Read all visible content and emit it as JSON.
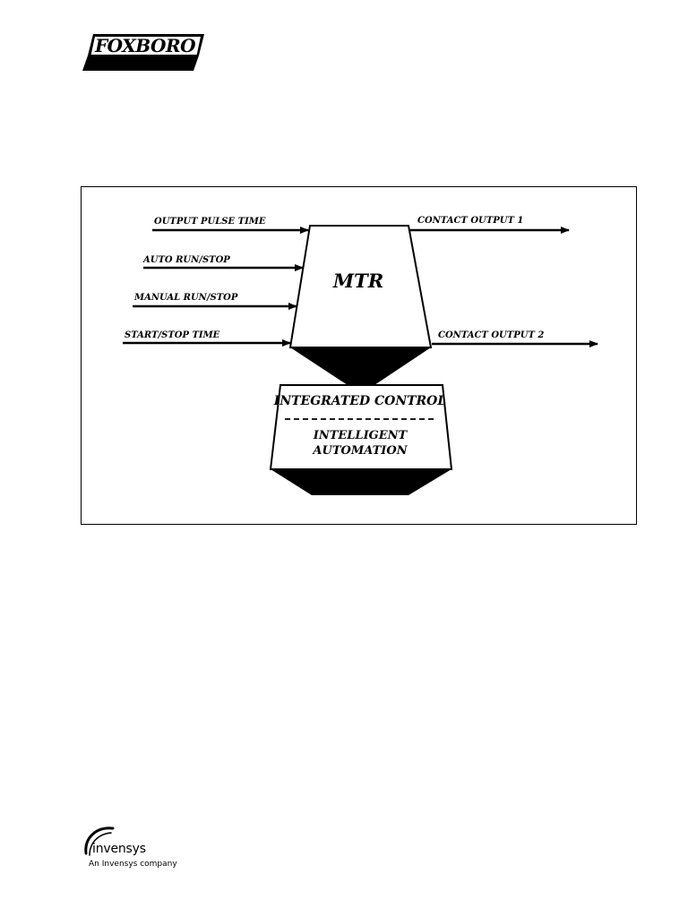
{
  "header": {
    "brand_logo_text": "FOXBORO"
  },
  "diagram": {
    "block_title": "MTR",
    "inputs": [
      "OUTPUT PULSE TIME",
      "AUTO RUN/STOP",
      "MANUAL RUN/STOP",
      "START/STOP TIME"
    ],
    "outputs": [
      "CONTACT OUTPUT 1",
      "CONTACT OUTPUT 2"
    ],
    "base_top_label": "INTEGRATED CONTROL",
    "base_bottom_label_line1": "INTELLIGENT",
    "base_bottom_label_line2": "AUTOMATION"
  },
  "footer": {
    "company_name": "invensys",
    "tagline": "An Invensys company"
  },
  "colors": {
    "ink": "#000000",
    "paper": "#ffffff"
  }
}
